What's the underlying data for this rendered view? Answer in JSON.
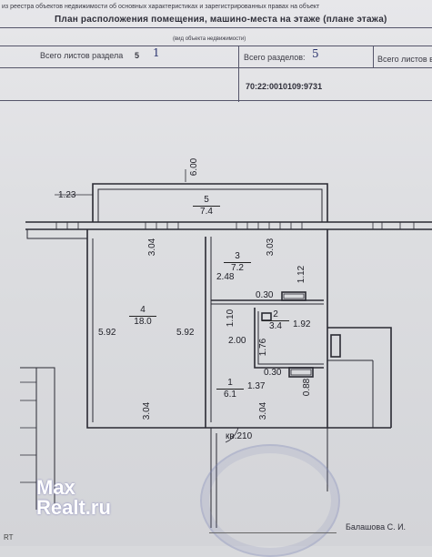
{
  "header": {
    "top_small": "из реестра объектов недвижимости об основных характеристиках и зарегистрированных правах на объект",
    "title": "План расположения помещения, машино-места на этаже (плане этажа)",
    "sheets_section_label": "Всего листов раздела",
    "sheets_section_value": "5",
    "sheets_section_hand": "1",
    "sheet_label": "Всего разделов:",
    "sheet_hand": "5",
    "sheets_total_label": "Всего листов в",
    "cadastral": "70:22:0010109:9731",
    "small_under": "(вид объекта недвижимости)"
  },
  "plan": {
    "dims": {
      "d600": "6.00",
      "d123": "1.23",
      "d304a": "3.04",
      "d303": "3.03",
      "d248": "2.48",
      "d112": "1.12",
      "d030a": "0.30",
      "d592l": "5.92",
      "d592r": "5.92",
      "d110": "1.10",
      "d192": "1.92",
      "d200": "2.00",
      "d176": "1.76",
      "d030b": "0.30",
      "d088": "0.88",
      "d137": "1.37",
      "d304b": "3.04",
      "d304c": "3.04"
    },
    "rooms": [
      {
        "num": "5",
        "area": "7.4"
      },
      {
        "num": "3",
        "area": "7.2"
      },
      {
        "num": "4",
        "area": "18.0"
      },
      {
        "num": "2",
        "area": "3.4"
      },
      {
        "num": "1",
        "area": "6.1"
      }
    ],
    "apartment_label": "кв.210"
  },
  "footer": {
    "watermark_line1": "Max",
    "watermark_line2": "Realt.ru",
    "signer": "Балашова С. И.",
    "corner": "RT"
  }
}
